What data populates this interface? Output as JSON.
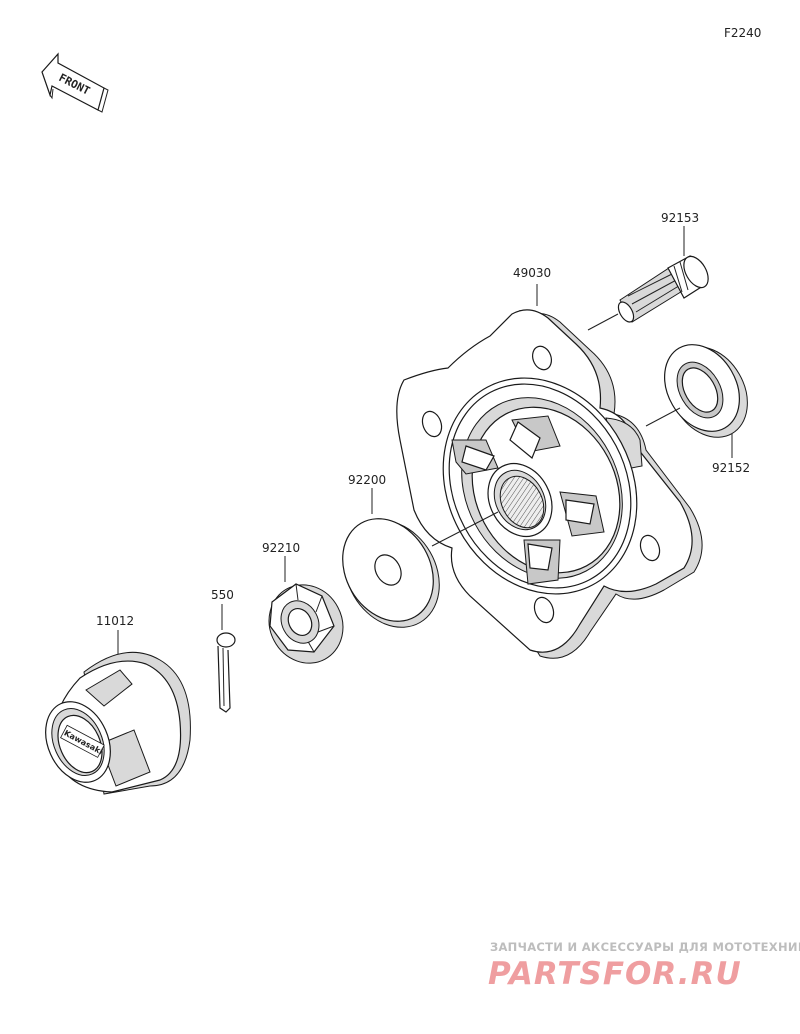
{
  "figure_code": "F2240",
  "front_label": "FRONT",
  "parts": [
    {
      "number": "92153"
    },
    {
      "number": "49030"
    },
    {
      "number": "92152"
    },
    {
      "number": "92200"
    },
    {
      "number": "92210"
    },
    {
      "number": "550"
    },
    {
      "number": "11012"
    }
  ],
  "cap_text": "Kawasaki",
  "watermark": {
    "tagline": "ЗАПЧАСТИ И АКСЕССУАРЫ ДЛЯ МОТОТЕХНИКИ",
    "brand": "PARTSFOR.RU"
  }
}
